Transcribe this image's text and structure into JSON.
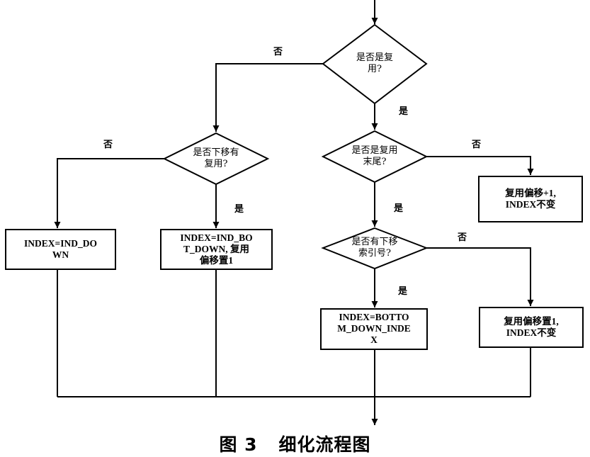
{
  "caption": {
    "figure": "图 3",
    "title": "细化流程图"
  },
  "decisions": {
    "d1": [
      "是否是复",
      "用?"
    ],
    "d2": [
      "是否下移有",
      "复用?"
    ],
    "d3": [
      "是否是复用",
      "末尾?"
    ],
    "d4": [
      "是否有下移",
      "索引号?"
    ]
  },
  "processes": {
    "p1": [
      "INDEX=IND_DO",
      "WN"
    ],
    "p2": [
      "INDEX=IND_BO",
      "T_DOWN, 复用",
      "偏移置1"
    ],
    "p3": [
      "复用偏移+1,",
      "INDEX不变"
    ],
    "p4": [
      "INDEX=BOTTO",
      "M_DOWN_INDE",
      "X"
    ],
    "p5": [
      "复用偏移置1,",
      "INDEX不变"
    ]
  },
  "edge_labels": {
    "d1_no": "否",
    "d1_yes": "是",
    "d2_no": "否",
    "d2_yes": "是",
    "d3_no": "否",
    "d3_yes": "是",
    "d4_no": "否",
    "d4_yes": "是"
  }
}
